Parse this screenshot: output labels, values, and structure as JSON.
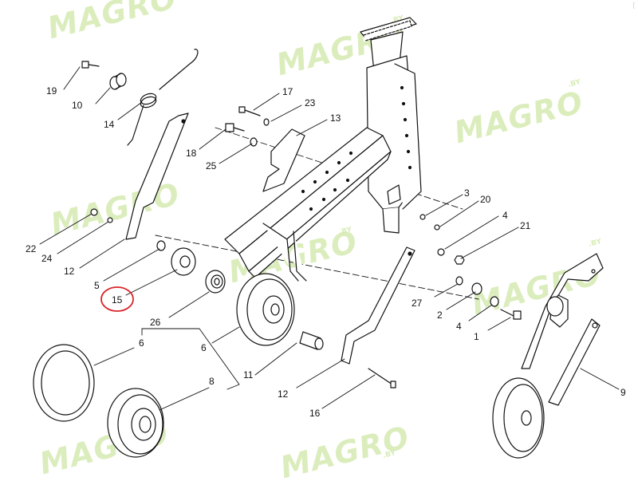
{
  "watermark": {
    "brand": "MAGRO",
    "suffix": ".BY",
    "color": "#cfe8a6"
  },
  "highlight": {
    "part": "15",
    "color": "#d9262b"
  },
  "corner_mark": "[",
  "parts": [
    "19",
    "10",
    "14",
    "18",
    "17",
    "23",
    "13",
    "25",
    "22",
    "24",
    "12",
    "5",
    "15",
    "26",
    "6",
    "8",
    "11",
    "16",
    "3",
    "20",
    "4",
    "21",
    "27",
    "2",
    "4",
    "1",
    "9",
    "6",
    "12"
  ]
}
